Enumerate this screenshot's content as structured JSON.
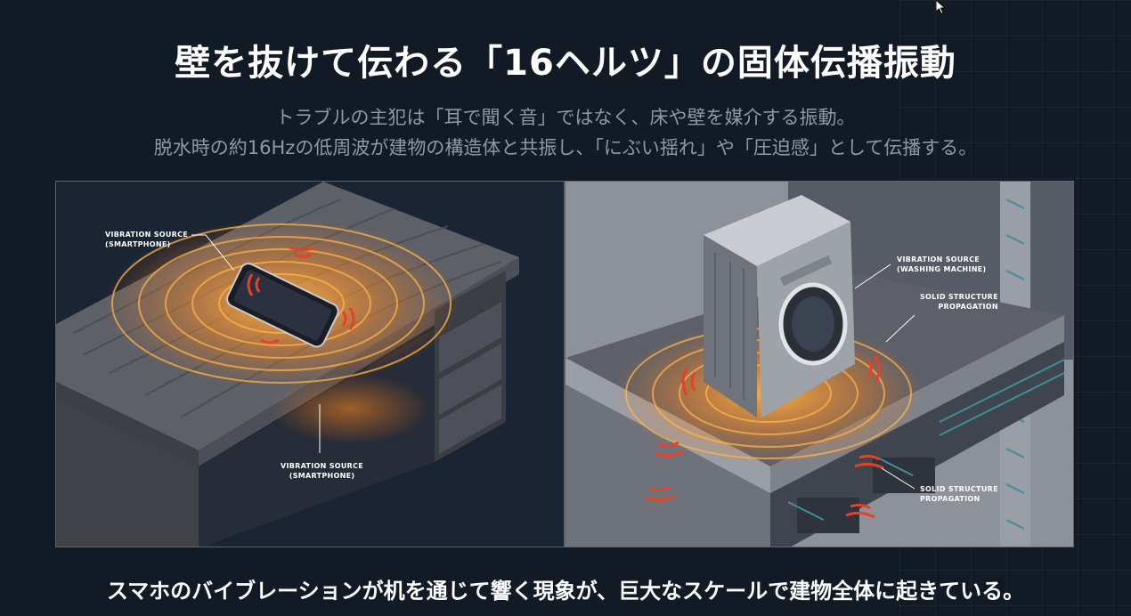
{
  "header": {
    "title": "壁を抜けて伝わる「16ヘルツ」の固体伝播振動",
    "subtitle_line1": "トラブルの主犯は「耳で聞く音」ではなく、床や壁を媒介する振動。",
    "subtitle_line2": "脱水時の約16Hzの低周波が建物の構造体と共振し、「にぶい揺れ」や「圧迫感」として伝播する。"
  },
  "left_panel": {
    "label_top": [
      "VIBRATION SOURCE",
      "(SMARTPHONE)"
    ],
    "label_bottom": [
      "VIBRATION SOURCE",
      "(SMARTPHONE)"
    ]
  },
  "right_panel": {
    "label_source": [
      "VIBRATION SOURCE",
      "(WASHING MACHINE)"
    ],
    "label_structure_top": [
      "SOLID STRUCTURE",
      "PROPAGATION"
    ],
    "label_structure_bottom": [
      "SOLID STRUCTURE",
      "PROPAGATION"
    ]
  },
  "footer": {
    "caption": "スマホのバイブレーションが机を通じて響く現象が、巨大なスケールで建物全体に起きている。"
  },
  "icons": {
    "cursor": "mouse-pointer-icon"
  },
  "colors": {
    "background": "#121a26",
    "vibration_orange": "#ff9a2a",
    "vibration_red": "#e8412a"
  }
}
